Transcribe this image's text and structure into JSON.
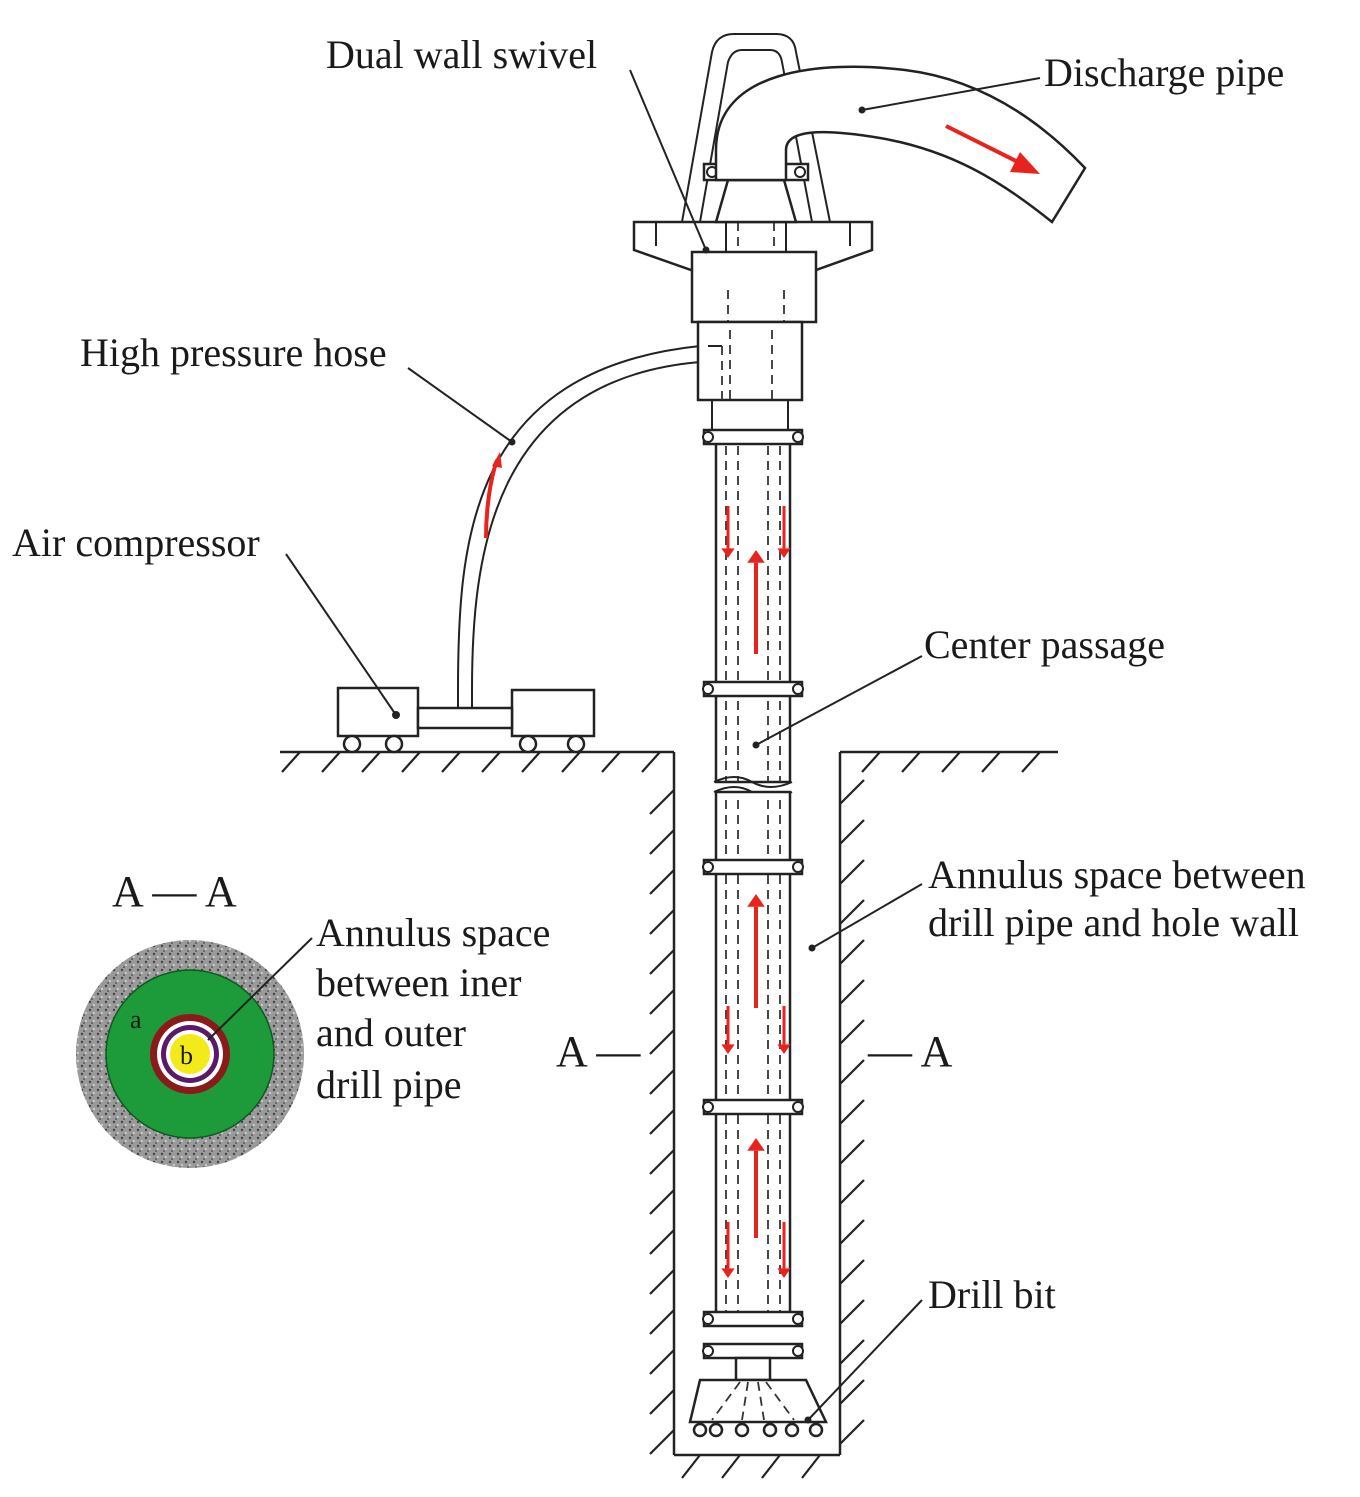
{
  "labels": {
    "dual_wall_swivel": "Dual wall swivel",
    "discharge_pipe": "Discharge pipe",
    "high_pressure_hose": "High pressure hose",
    "air_compressor": "Air compressor",
    "center_passage": "Center passage",
    "annulus_hole_line1": "Annulus space between",
    "annulus_hole_line2": "drill pipe and hole wall",
    "annulus_pipe_line1": "Annulus space",
    "annulus_pipe_line2": "between iner",
    "annulus_pipe_line3": "and outer",
    "annulus_pipe_line4": "drill pipe",
    "drill_bit": "Drill bit"
  },
  "section": {
    "title": "A — A",
    "mark_left": "A —",
    "mark_right": "— A",
    "zone_a": "a",
    "zone_b": "b"
  },
  "colors": {
    "flow_arrow": "#e8231e",
    "rock": "#8a8a8a",
    "annulus_fill": "#1d9a3a",
    "ring_outer": "#8b1a1a",
    "ring_inner": "#5a1a6a",
    "center_fill": "#f2ea1a"
  }
}
